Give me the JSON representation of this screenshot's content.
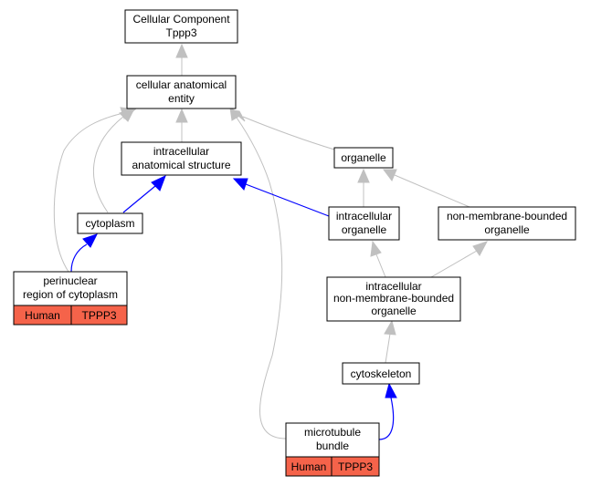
{
  "colors": {
    "node_fill": "#ffffff",
    "node_stroke": "#000000",
    "edge_is_a": "#c0c0c0",
    "edge_part_of": "#0000ff",
    "annotation_fill": "#f5634a"
  },
  "nodes": {
    "root": [
      "Cellular Component",
      "Tppp3"
    ],
    "cae": [
      "cellular anatomical",
      "entity"
    ],
    "ias": [
      "intracellular",
      "anatomical structure"
    ],
    "organelle": [
      "organelle"
    ],
    "cytoplasm": [
      "cytoplasm"
    ],
    "io": [
      "intracellular",
      "organelle"
    ],
    "nmbo": [
      "non-membrane-bounded",
      "organelle"
    ],
    "prc": [
      "perinuclear",
      "region of cytoplasm"
    ],
    "inmbo": [
      "intracellular",
      "non-membrane-bounded",
      "organelle"
    ],
    "cytoskeleton": [
      "cytoskeleton"
    ],
    "mb": [
      "microtubule",
      "bundle"
    ]
  },
  "annotations": {
    "prc": [
      "Human",
      "TPPP3"
    ],
    "mb": [
      "Human",
      "TPPP3"
    ]
  }
}
